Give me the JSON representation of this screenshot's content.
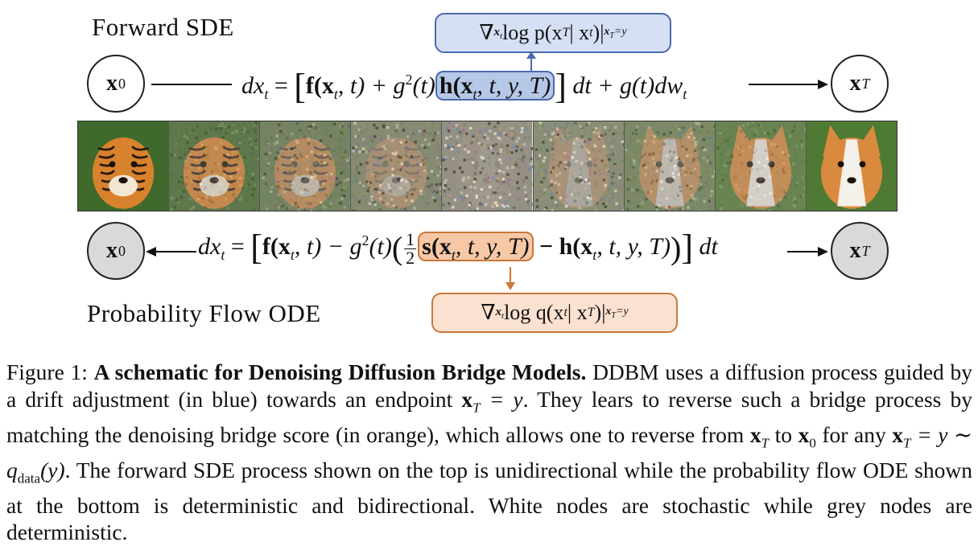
{
  "top": {
    "title": "Forward SDE",
    "node_left": {
      "symbol": "x",
      "sub": "0"
    },
    "node_right": {
      "symbol": "x",
      "sub": "T"
    },
    "equation": {
      "lhs": "dx",
      "lhs_sub": "t",
      "eq": "=",
      "term1": "f(x",
      "term1_sub": "t",
      "term1_tail": ", t) + g",
      "sq": "2",
      "gt": "(t)",
      "highlight": "h(x",
      "highlight_sub": "t",
      "highlight_tail": ", t, y, T)",
      "tail": "dt + g(t)dw",
      "tail_sub": "t"
    },
    "score_box": {
      "text": "∇",
      "sub": "x",
      "subsub": "t",
      "body": " log p(x",
      "body_sub": "T",
      "mid": " | x",
      "mid_sub": "t",
      "end": ")|",
      "eval_sub": "x",
      "eval_subsub": "T",
      "eval_tail": "=y"
    }
  },
  "bottom": {
    "title": "Probability Flow ODE",
    "node_left": {
      "symbol": "x",
      "sub": "0"
    },
    "node_right": {
      "symbol": "x",
      "sub": "T"
    },
    "equation": {
      "lhs": "dx",
      "lhs_sub": "t",
      "eq": "=",
      "term1": "f(x",
      "term1_sub": "t",
      "term1_tail": ", t) − g",
      "sq": "2",
      "gt": "(t)",
      "frac_num": "1",
      "frac_den": "2",
      "highlight": "s(x",
      "highlight_sub": "t",
      "highlight_tail": ", t, y, T)",
      "minus": "− h(x",
      "minus_sub": "t",
      "minus_tail": ", t, y, T)",
      "tail": "dt"
    },
    "score_box": {
      "text": "∇",
      "sub": "x",
      "subsub": "t",
      "body": " log q(x",
      "body_sub": "t",
      "mid": " | x",
      "mid_sub": "T",
      "end": ")|",
      "eval_sub": "x",
      "eval_subsub": "T",
      "eval_tail": "=y"
    }
  },
  "strip": {
    "frames": [
      {
        "label": "tiger",
        "noise": 0.0
      },
      {
        "label": "tiger",
        "noise": 0.35
      },
      {
        "label": "tiger",
        "noise": 0.6
      },
      {
        "label": "tiger",
        "noise": 0.78
      },
      {
        "label": "mix",
        "noise": 0.9
      },
      {
        "label": "corgi",
        "noise": 0.8
      },
      {
        "label": "corgi",
        "noise": 0.6
      },
      {
        "label": "corgi",
        "noise": 0.35
      },
      {
        "label": "corgi",
        "noise": 0.0
      }
    ]
  },
  "caption": {
    "prefix": "Figure 1: ",
    "bold": "A schematic for Denoising Diffusion Bridge Models.",
    "s1": " DDBM uses a diffusion process guided by a drift adjustment (in blue) towards an endpoint ",
    "m1": "x",
    "m1_sub": "T",
    "m1_tail": " = y",
    "s2": ". They lears to reverse such a bridge process by matching the denoising bridge score (in orange), which allows one to reverse from ",
    "m2": "x",
    "m2_sub": "T",
    "s3": " to ",
    "m3": "x",
    "m3_sub": "0",
    "s4": " for any ",
    "m4": "x",
    "m4_sub": "T",
    "m4_tail": " = y ∼ q",
    "m4_data": "data",
    "m4_end": "(y)",
    "s5": ". The forward SDE process shown on the top is unidirectional while the probability flow ODE shown at the bottom is deterministic and bidirectional. White nodes are stochastic while grey nodes are deterministic."
  },
  "colors": {
    "blue_fill": "#b6c8e8",
    "blue_border": "#4a6ab0",
    "orange_fill": "#f6c8a6",
    "orange_border": "#c8783a",
    "grey_node": "#d9d9d9"
  }
}
